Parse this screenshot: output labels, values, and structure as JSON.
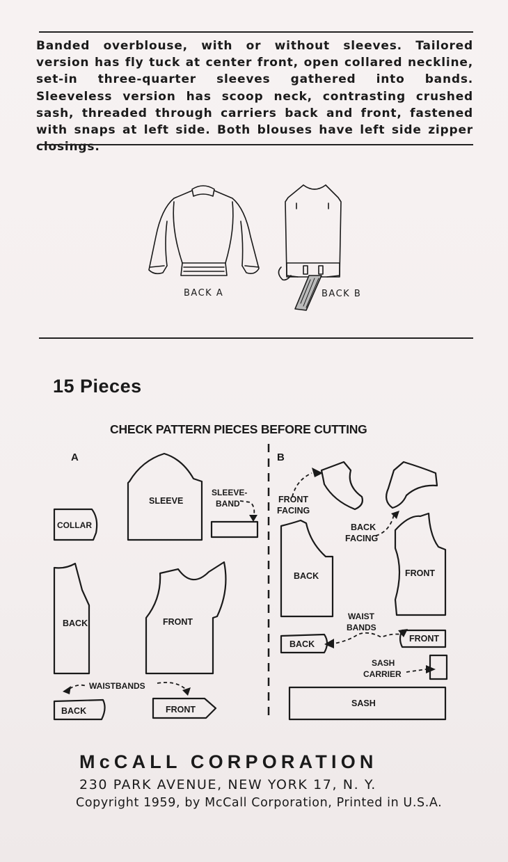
{
  "description": "Banded overblouse, with or without sleeves. Tailored version has fly tuck at center front, open collared neckline, set-in three-quarter sleeves gathered into bands. Sleeveless version has scoop neck, contrasting crushed sash, threaded through carriers back and front, fastened with snaps at left side. Both blouses have left side zipper closings.",
  "illustrations": {
    "back_a_label": "BACK A",
    "back_b_label": "BACK B"
  },
  "pieces": {
    "count_label": "15 Pieces",
    "check_label": "CHECK PATTERN PIECES BEFORE CUTTING"
  },
  "layout_a": {
    "section_label": "A",
    "collar": "COLLAR",
    "sleeve": "SLEEVE",
    "sleeveband_line1": "SLEEVE-",
    "sleeveband_line2": "BAND",
    "back": "BACK",
    "front": "FRONT",
    "waistbands": "WAISTBANDS",
    "waistband_back": "BACK",
    "waistband_front": "FRONT"
  },
  "layout_b": {
    "section_label": "B",
    "front_facing_line1": "FRONT",
    "front_facing_line2": "FACING",
    "back_facing_line1": "BACK",
    "back_facing_line2": "FACING",
    "back": "BACK",
    "front": "FRONT",
    "waist_bands_line1": "WAIST",
    "waist_bands_line2": "BANDS",
    "waistband_back": "BACK",
    "waistband_front": "FRONT",
    "sash_carrier_line1": "SASH",
    "sash_carrier_line2": "CARRIER",
    "sash": "SASH"
  },
  "footer": {
    "corporation": "McCALL CORPORATION",
    "address": "230 PARK AVENUE, NEW YORK 17, N. Y.",
    "copyright": "Copyright 1959, by McCall Corporation, Printed in U.S.A."
  }
}
